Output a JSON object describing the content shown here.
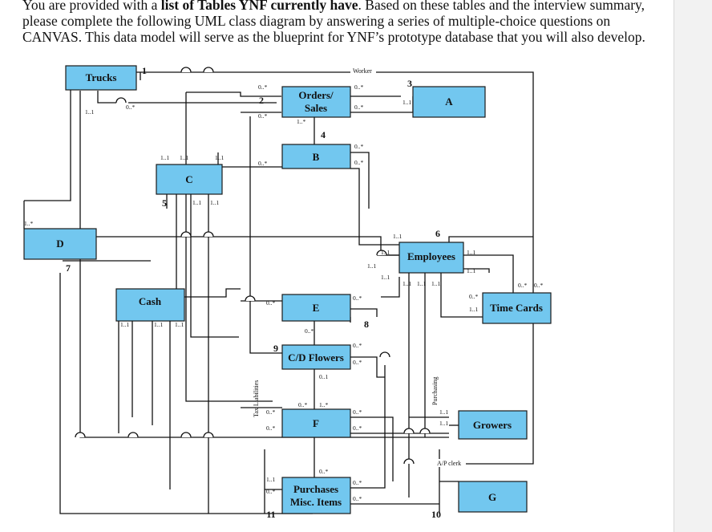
{
  "intro": {
    "part1": "You are provided with a ",
    "bold1": "list of Tables YNF currently have",
    "part2": ". Based on these tables and the interview summary, please complete the following UML class diagram by answering a series of multiple-choice questions on CANVAS. This data model will serve as the blueprint for YNF’s prototype database that you will also develop."
  },
  "colors": {
    "box_fill": "#72c7ef",
    "box_stroke": "#1a1a1a",
    "line": "#111111",
    "panel": "#f2f2f2"
  },
  "classes": {
    "trucks": "Trucks",
    "orders_sales_1": "Orders/",
    "orders_sales_2": "Sales",
    "a": "A",
    "b": "B",
    "c": "C",
    "d": "D",
    "employees": "Employees",
    "cash": "Cash",
    "e": "E",
    "time_cards": "Time Cards",
    "cd_flowers": "C/D Flowers",
    "f": "F",
    "growers": "Growers",
    "g": "G",
    "purchases_1": "Purchases",
    "purchases_2": "Misc. Items"
  },
  "relationships": {
    "worker": "Worker",
    "purchasing": "Purchasing",
    "tax_liabilities": "Tax Liabilities",
    "ap_clerk": "A/P clerk"
  },
  "numbers": [
    "1",
    "2",
    "3",
    "4",
    "5",
    "6",
    "7",
    "8",
    "9",
    "10",
    "11"
  ],
  "multiplicities": {
    "zero_many": "0..*",
    "one_one": "1..1",
    "one_many": "1..*",
    "zero_one": "0..1"
  }
}
